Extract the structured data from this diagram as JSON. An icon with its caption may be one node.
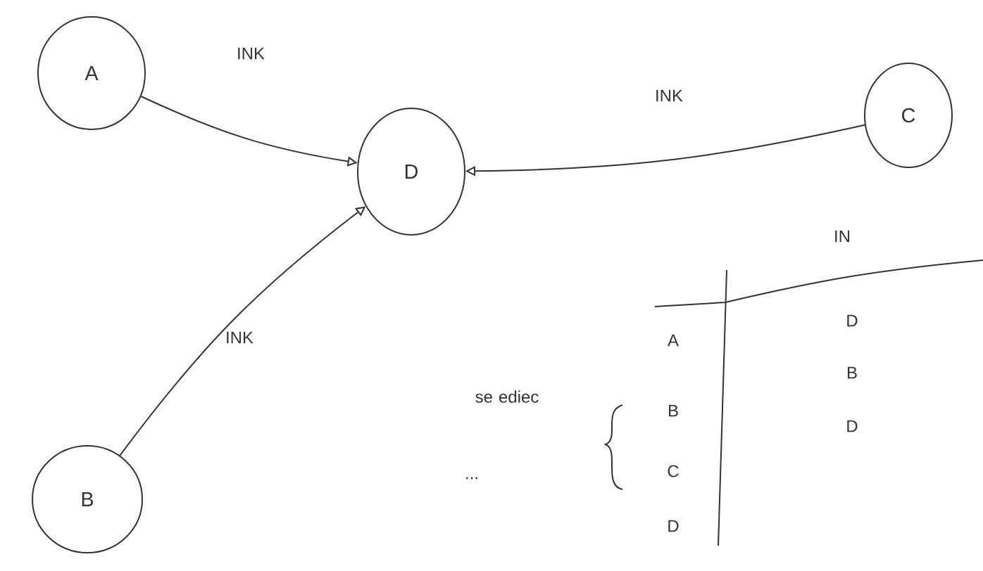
{
  "diagram": {
    "nodes": [
      {
        "text": [
          "A"
        ]
      },
      {
        "text": [
          "D"
        ]
      },
      {
        "text": [
          "C"
        ]
      },
      {
        "text": [
          "B"
        ]
      }
    ],
    "edges": [
      {
        "from": 0,
        "to": 1,
        "arrow": "to",
        "label": "INK"
      },
      {
        "from": 2,
        "to": 1,
        "arrow": "to",
        "label": "INK"
      },
      {
        "from": 3,
        "to": 1,
        "arrow": "to",
        "label": "INK"
      }
    ],
    "labels": [
      "IN",
      "A",
      "D",
      "se ediec",
      "B",
      "B",
      "C",
      "D",
      "...",
      "D"
    ]
  }
}
